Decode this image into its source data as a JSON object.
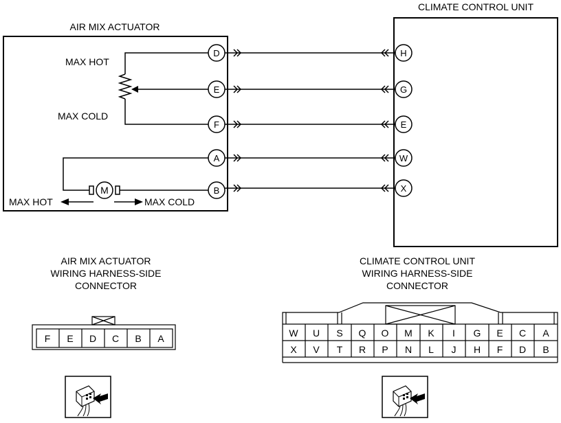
{
  "actuator": {
    "title": "AIR MIX ACTUATOR",
    "max_hot": "MAX HOT",
    "max_cold": "MAX COLD",
    "motor": "M",
    "motor_max_hot": "MAX HOT",
    "motor_max_cold": "MAX COLD",
    "pins": [
      "D",
      "E",
      "F",
      "A",
      "B"
    ]
  },
  "climate_unit": {
    "title": "CLIMATE CONTROL UNIT",
    "pins": [
      "H",
      "G",
      "E",
      "W",
      "X"
    ]
  },
  "actuator_connector": {
    "title_lines": [
      "AIR MIX ACTUATOR",
      "WIRING HARNESS-SIDE",
      "CONNECTOR"
    ],
    "cells": [
      "F",
      "E",
      "D",
      "C",
      "B",
      "A"
    ]
  },
  "climate_connector": {
    "title_lines": [
      "CLIMATE CONTROL UNIT",
      "WIRING HARNESS-SIDE",
      "CONNECTOR"
    ],
    "row1": [
      "W",
      "U",
      "S",
      "Q",
      "O",
      "M",
      "K",
      "I",
      "G",
      "E",
      "C",
      "A"
    ],
    "row2": [
      "X",
      "V",
      "T",
      "R",
      "P",
      "N",
      "L",
      "J",
      "H",
      "F",
      "D",
      "B"
    ]
  },
  "icons": [
    "harness-connector-view-icon",
    "harness-connector-view-icon"
  ]
}
